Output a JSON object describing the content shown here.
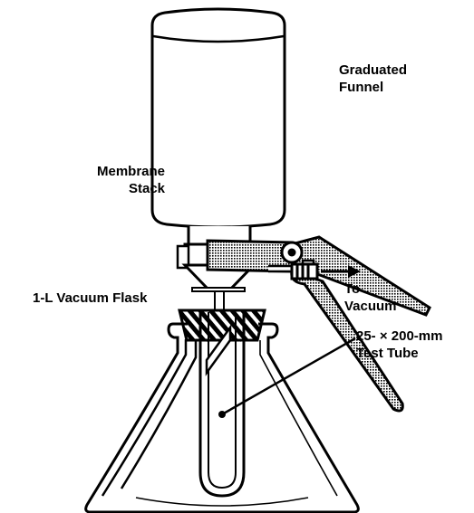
{
  "labels": {
    "funnel_line1": "Graduated",
    "funnel_line2": "Funnel",
    "stack_line1": "Membrane",
    "stack_line2": "Stack",
    "flask": "1-L Vacuum Flask",
    "vacuum_line1": "To",
    "vacuum_line2": "Vacuum",
    "tube_line1": "25- × 200-mm",
    "tube_line2": "Test Tube"
  }
}
